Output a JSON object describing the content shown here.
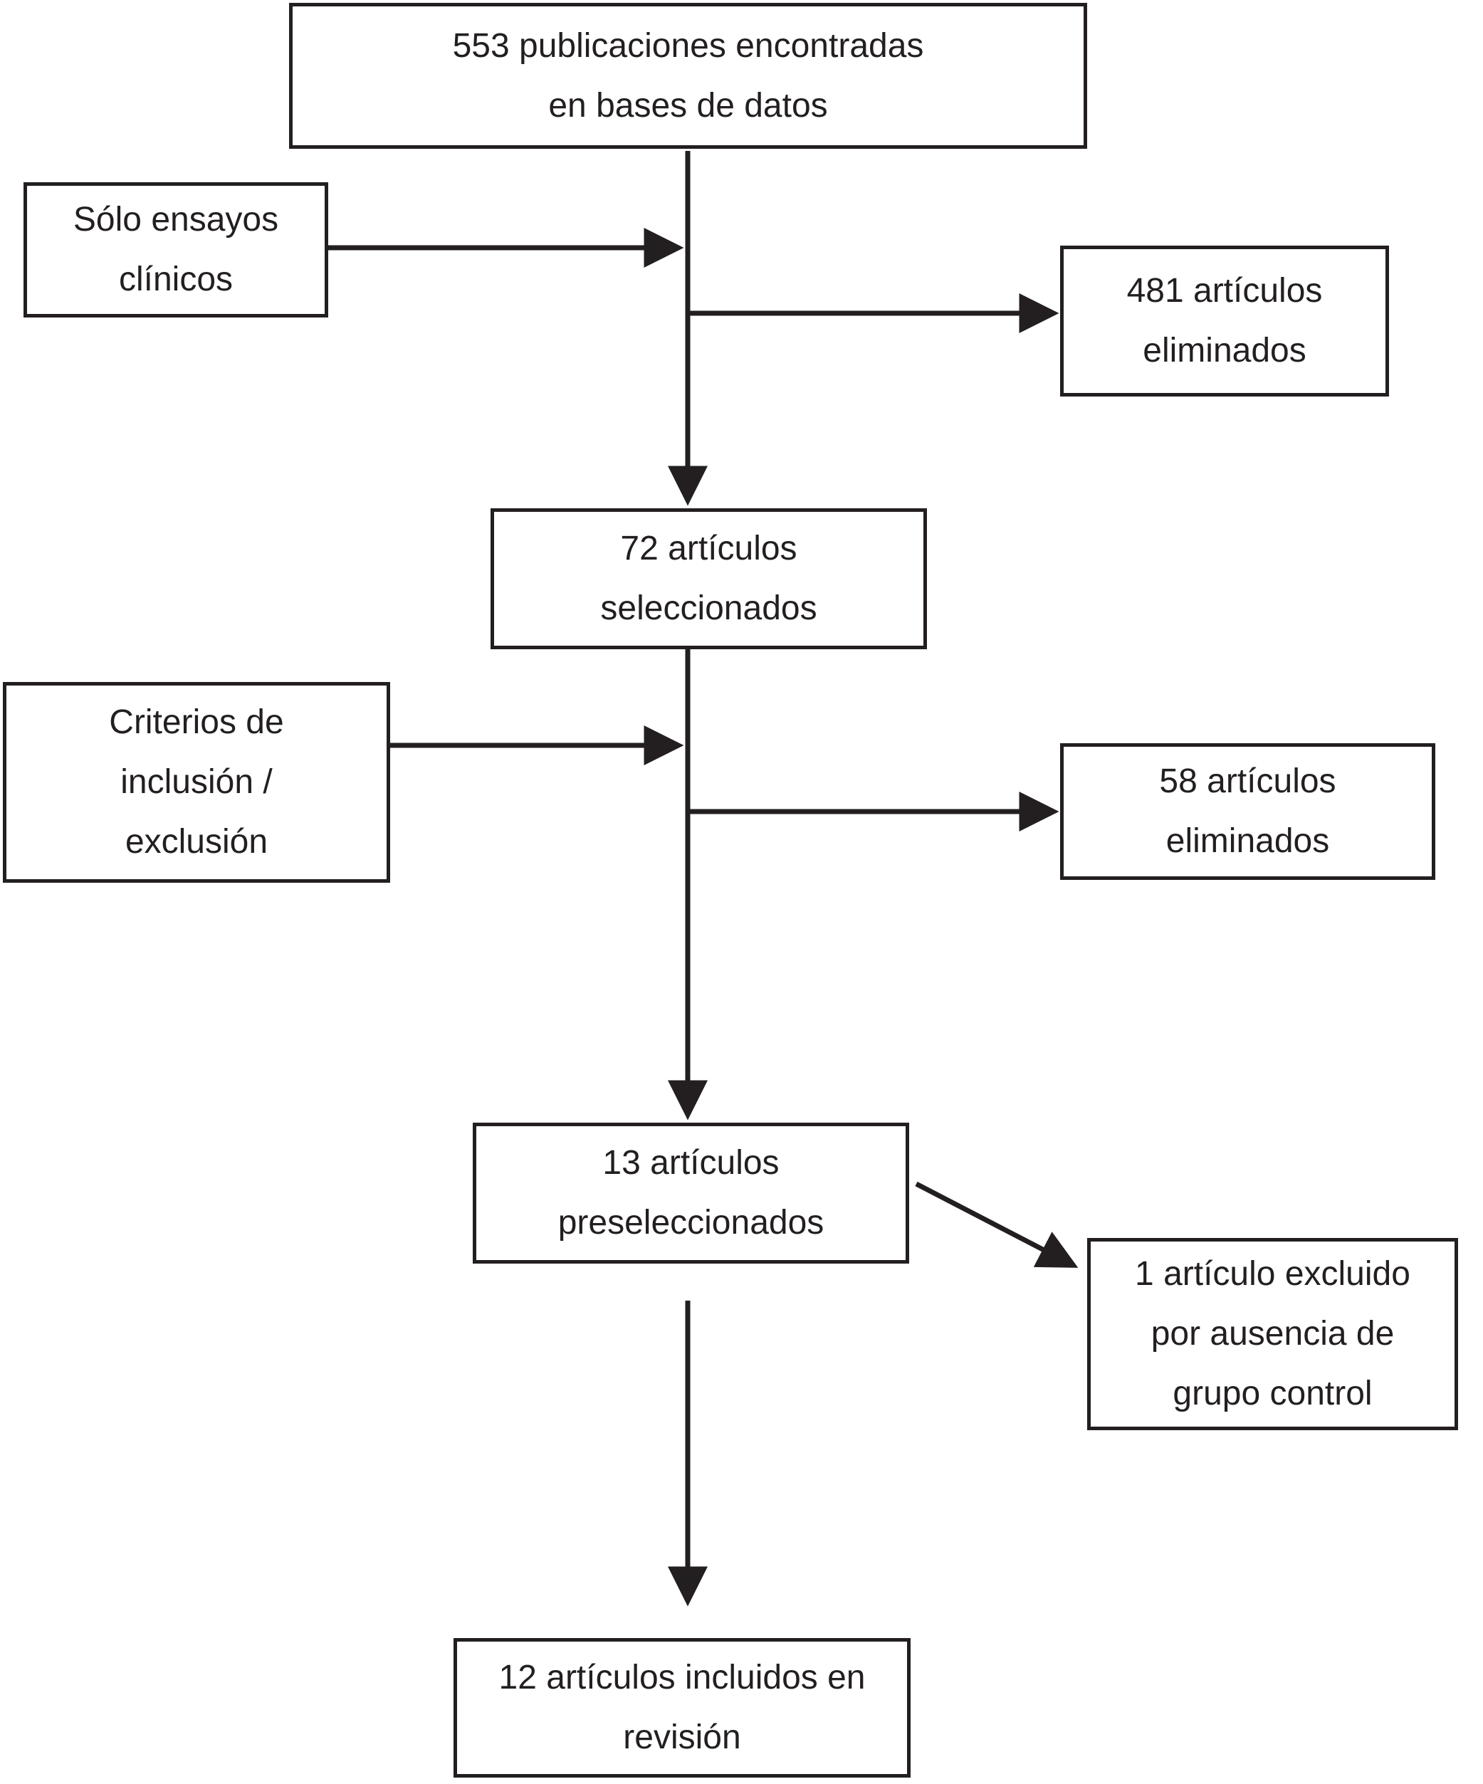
{
  "colors": {
    "ink": "#231f20",
    "background": "#ffffff"
  },
  "boxes": {
    "found": {
      "lines": [
        "553 publicaciones encontradas",
        "en bases de datos"
      ]
    },
    "only_clinical_trials": {
      "lines": [
        "Sólo ensayos",
        "clínicos"
      ]
    },
    "eliminated_481": {
      "lines": [
        "481 artículos",
        "eliminados"
      ]
    },
    "selected_72": {
      "lines": [
        "72 artículos",
        "seleccionados"
      ]
    },
    "criteria": {
      "lines": [
        "Criterios de",
        "inclusión /",
        "exclusión"
      ]
    },
    "eliminated_58": {
      "lines": [
        "58 artículos",
        "eliminados"
      ]
    },
    "preselected_13": {
      "lines": [
        "13 artículos",
        "preseleccionados"
      ]
    },
    "excluded_1": {
      "lines": [
        "1 artículo excluido",
        "por ausencia de",
        "grupo control"
      ]
    },
    "included_12": {
      "lines": [
        "12 artículos incluidos en",
        "revisión"
      ]
    }
  },
  "connectors": [
    {
      "name": "found-to-selected",
      "from": "found",
      "to": "selected_72",
      "shape": "vertical-arrow"
    },
    {
      "name": "only-clinical-trials-to-flow",
      "from": "only_clinical_trials",
      "to": "main-flow-line",
      "shape": "horizontal-arrow"
    },
    {
      "name": "flow-to-481-eliminated",
      "from": "main-flow-line",
      "to": "eliminated_481",
      "shape": "horizontal-arrow"
    },
    {
      "name": "selected-to-preselected",
      "from": "selected_72",
      "to": "preselected_13",
      "shape": "vertical-arrow"
    },
    {
      "name": "criteria-to-flow",
      "from": "criteria",
      "to": "main-flow-line",
      "shape": "horizontal-arrow"
    },
    {
      "name": "flow-to-58-eliminated",
      "from": "main-flow-line",
      "to": "eliminated_58",
      "shape": "horizontal-arrow"
    },
    {
      "name": "preselected-to-included",
      "from": "preselected_13",
      "to": "included_12",
      "shape": "vertical-arrow"
    },
    {
      "name": "preselected-to-excluded",
      "from": "preselected_13",
      "to": "excluded_1",
      "shape": "diagonal-arrow"
    }
  ]
}
